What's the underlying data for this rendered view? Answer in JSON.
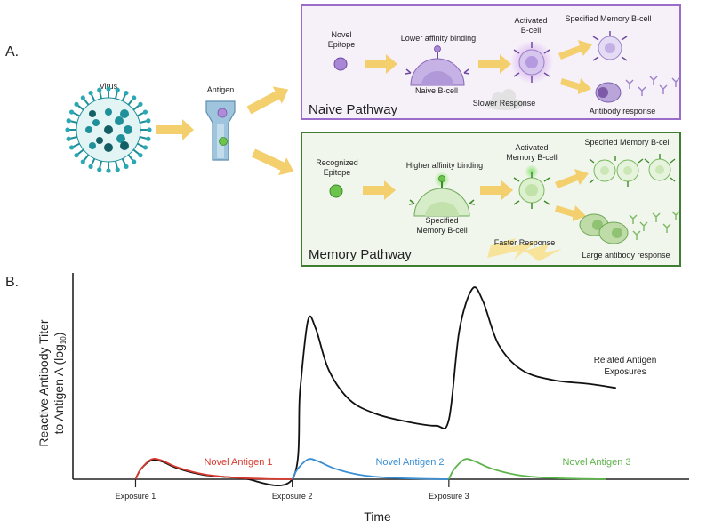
{
  "labels": {
    "section_a": "A.",
    "section_b": "B.",
    "virus": "Virus",
    "antigen": "Antigen"
  },
  "naive_pathway": {
    "title": "Naive Pathway",
    "novel_epitope": [
      "Novel",
      "Epitope"
    ],
    "binding": "Lower affinity binding",
    "naive_cell": "Naive B-cell",
    "activated": [
      "Activated",
      "B-cell"
    ],
    "specified_memory": "Specified Memory B-cell",
    "slower": "Slower Response",
    "antibody_response": "Antibody response"
  },
  "memory_pathway": {
    "title": "Memory Pathway",
    "recognized_epitope": [
      "Recognized",
      "Epitope"
    ],
    "binding": "Higher affinity binding",
    "specified_cell": [
      "Specified",
      "Memory B-cell"
    ],
    "activated": [
      "Activated",
      "Memory B-cell"
    ],
    "specified_memory": "Specified Memory B-cell",
    "faster": "Faster Response",
    "large_response": "Large antibody response"
  },
  "colors": {
    "naive_border": "#9b6bc9",
    "naive_fill": "#f6f0f9",
    "memory_border": "#3e7d32",
    "memory_fill": "#f1f6ec",
    "arrow": "#f3cf6e",
    "virus": "#1f8f9a",
    "novel1": "#d63a2f",
    "novel2": "#3a8fd4",
    "novel3": "#5cb34a",
    "related": "#111111"
  },
  "chart_data": {
    "type": "line",
    "title": "",
    "xlabel": "Time",
    "ylabel": [
      "Reactive Antibody Titer",
      "to Antigen A (log",
      "10",
      ")"
    ],
    "x_ticks": [
      "Exposure 1",
      "Exposure 2",
      "Exposure 3"
    ],
    "series": [
      {
        "name": "Novel Antigen 1",
        "points": [
          [
            0.0,
            0.0
          ],
          [
            0.1,
            0.05
          ],
          [
            0.3,
            0.1
          ],
          [
            0.5,
            0.095
          ],
          [
            0.8,
            0.06
          ],
          [
            1.3,
            0.025
          ],
          [
            1.9,
            0.008
          ],
          [
            2.5,
            0.002
          ],
          [
            3.0,
            0.0
          ]
        ]
      },
      {
        "name": "Novel Antigen 2",
        "points": [
          [
            3.0,
            0.0
          ],
          [
            3.1,
            0.05
          ],
          [
            3.3,
            0.1
          ],
          [
            3.5,
            0.09
          ],
          [
            3.8,
            0.055
          ],
          [
            4.3,
            0.022
          ],
          [
            4.9,
            0.007
          ],
          [
            5.6,
            0.002
          ],
          [
            6.0,
            0.0
          ]
        ]
      },
      {
        "name": "Novel Antigen 3",
        "points": [
          [
            6.0,
            0.0
          ],
          [
            6.1,
            0.05
          ],
          [
            6.3,
            0.1
          ],
          [
            6.5,
            0.09
          ],
          [
            6.8,
            0.055
          ],
          [
            7.3,
            0.022
          ],
          [
            7.9,
            0.007
          ],
          [
            8.6,
            0.002
          ],
          [
            9.0,
            0.0
          ]
        ]
      },
      {
        "name": "Related Antigen Exposures",
        "points": [
          [
            0.0,
            0.0
          ],
          [
            0.1,
            0.05
          ],
          [
            0.3,
            0.095
          ],
          [
            0.5,
            0.09
          ],
          [
            0.8,
            0.055
          ],
          [
            1.3,
            0.022
          ],
          [
            2.0,
            0.007
          ],
          [
            3.0,
            0.0
          ],
          [
            3.15,
            0.45
          ],
          [
            3.3,
            0.8
          ],
          [
            3.45,
            0.76
          ],
          [
            3.7,
            0.55
          ],
          [
            4.1,
            0.4
          ],
          [
            4.6,
            0.33
          ],
          [
            5.2,
            0.29
          ],
          [
            5.75,
            0.27
          ],
          [
            6.0,
            0.3
          ],
          [
            6.2,
            0.75
          ],
          [
            6.45,
            0.96
          ],
          [
            6.65,
            0.9
          ],
          [
            6.95,
            0.68
          ],
          [
            7.4,
            0.55
          ],
          [
            8.0,
            0.5
          ],
          [
            8.7,
            0.48
          ],
          [
            9.2,
            0.46
          ]
        ]
      }
    ],
    "series_label_lines": {
      "Related Antigen Exposures": [
        "Related Antigen",
        "Exposures"
      ]
    },
    "xlim": [
      -1.2,
      10.6
    ],
    "ylim": [
      0,
      1.04
    ],
    "exposure_x": [
      0.0,
      3.0,
      6.0
    ],
    "grid": false,
    "legend": "inline labels"
  }
}
